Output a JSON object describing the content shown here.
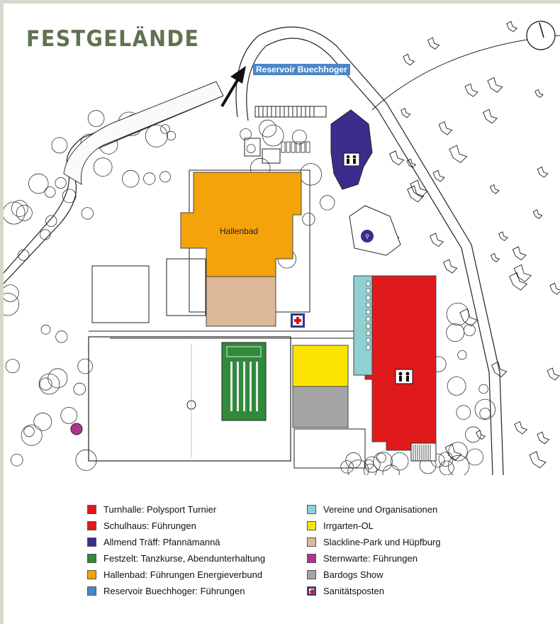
{
  "title": "FESTGELÄNDE",
  "map": {
    "reservoir_label": "Reservoir Buechhoger",
    "hallenbad_label": "Hallenbad"
  },
  "colors": {
    "turnhalle": "#e0191b",
    "allmend": "#3c2d8c",
    "festzelt": "#2f8a3a",
    "hallenbad": "#f4a30a",
    "reservoir": "#4a86c9",
    "vereine": "#8fd0d0",
    "irrgarten": "#fde400",
    "slackline": "#dcb898",
    "sternwarte": "#b0358c",
    "bardogs": "#a4a4a4",
    "title": "#5f7350"
  },
  "legend": {
    "left": [
      {
        "label": "Turnhalle: Polysport Turnier",
        "color": "#e0191b"
      },
      {
        "label": "Schulhaus: Führungen",
        "color": "#e0191b"
      },
      {
        "label": "Allmend Träff: Pfannämannä",
        "color": "#3c2d8c"
      },
      {
        "label": "Festzelt: Tanzkurse, Abendunterhaltung",
        "color": "#2f8a3a"
      },
      {
        "label": "Hallenbad: Führungen Energieverbund",
        "color": "#f4a30a"
      },
      {
        "label": "Reservoir Buechhoger: Führungen",
        "color": "#4a86c9"
      }
    ],
    "right": [
      {
        "label": "Vereine und Organisationen",
        "color": "#8fd0d0"
      },
      {
        "label": "Irrgarten-OL",
        "color": "#fde400"
      },
      {
        "label": "Slackline-Park und Hüpfburg",
        "color": "#dcb898"
      },
      {
        "label": "Sternwarte: Führungen",
        "color": "#b0358c"
      },
      {
        "label": "Bardogs Show",
        "color": "#a4a4a4"
      },
      {
        "label": "Sanitätsposten",
        "color": "cross"
      }
    ]
  }
}
